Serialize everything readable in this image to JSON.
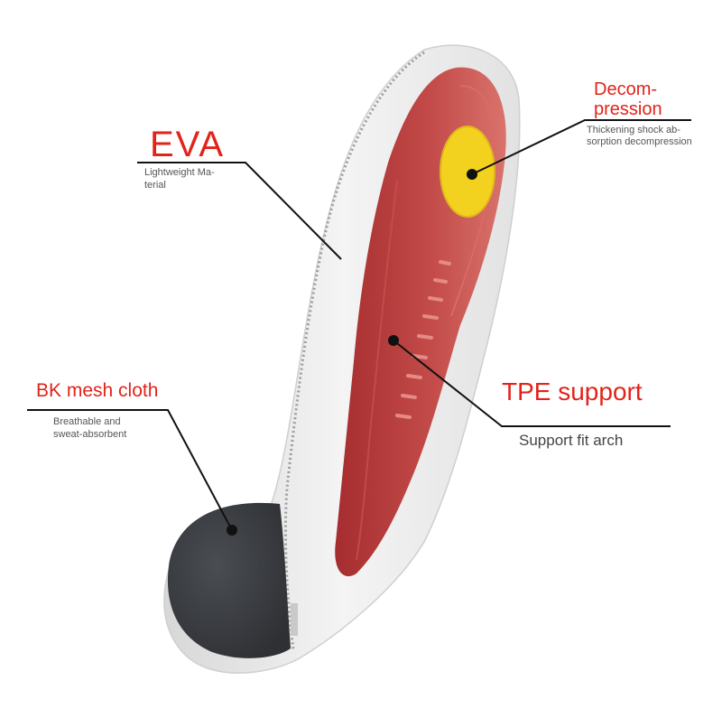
{
  "labels": {
    "eva": {
      "title": "EVA",
      "line1": "Lightweight Ma-",
      "line2": "terial"
    },
    "decompression": {
      "title_line1": "Decom-",
      "title_line2": "pression",
      "line1": "Thickening shock ab-",
      "line2": "sorption decompression"
    },
    "bk_mesh": {
      "title": "BK mesh cloth",
      "line1": "Breathable and",
      "line2": "sweat-absorbent"
    },
    "tpe": {
      "title": "TPE support",
      "subtitle": "Support fit arch"
    }
  },
  "colors": {
    "accent_red": "#e2231a",
    "insole_red": "#b23a3a",
    "eva_white": "#ebebeb",
    "mesh_grey": "#3a3d41",
    "pad_yellow": "#f2d21e"
  }
}
